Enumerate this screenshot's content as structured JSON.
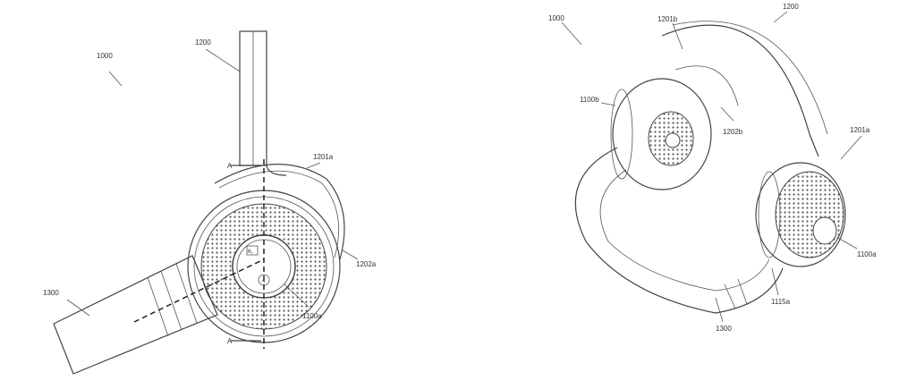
{
  "figure_left": {
    "labels": {
      "assembly": "1000",
      "headband": "1200",
      "arm_a": "1201a",
      "arm_joint_a": "1202a",
      "nozzle": "1300",
      "earcup_a": "1100a",
      "section_top": "A",
      "section_bottom": "A",
      "angle": "θ₁",
      "marker": "4"
    }
  },
  "figure_right": {
    "labels": {
      "assembly": "1000",
      "arm_b": "1201b",
      "headband": "1200",
      "earcup_b": "1100b",
      "arm_joint_b": "1202b",
      "arm_a": "1201a",
      "earcup_a": "1100a",
      "joint_a": "1115a",
      "nozzle": "1300"
    }
  }
}
